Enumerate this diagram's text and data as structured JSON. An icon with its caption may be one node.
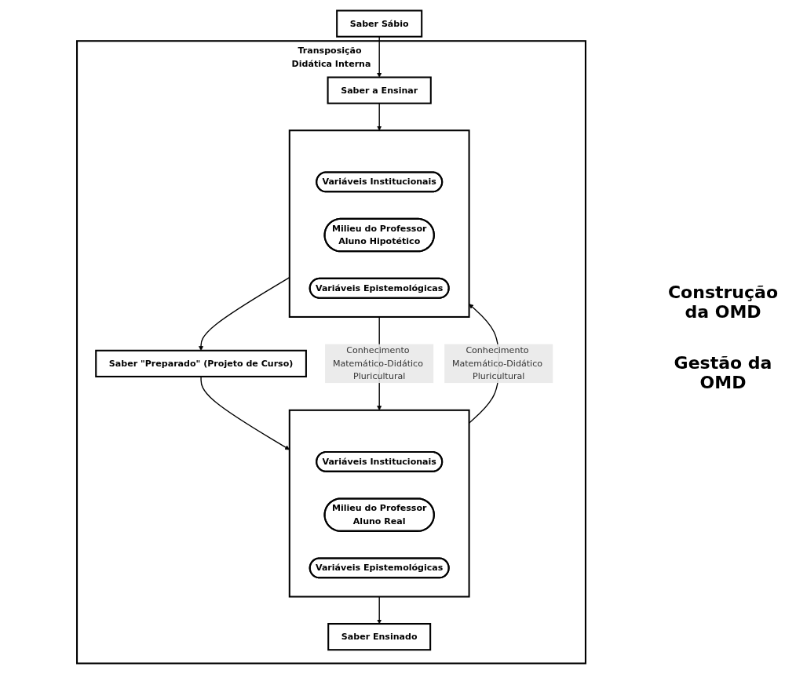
{
  "diagram": {
    "nodes": [
      {
        "text": [
          "Saber Sábio"
        ]
      },
      {
        "text": [
          "Transposição Didática Interna"
        ]
      },
      {
        "text": [
          "Saber a Ensinar"
        ],
        "in": 1
      },
      {
        "text": [],
        "shape": "box",
        "in": 1
      },
      {
        "text": [
          "Variáveis Institucionais"
        ],
        "in": 3
      },
      {
        "text": [
          "Milieu do Professor",
          "Aluno Hipotético"
        ],
        "in": 3
      },
      {
        "text": [
          "Variáveis Epistemológicas"
        ],
        "in": 3
      },
      {
        "text": [
          "Saber \"Preparado\" (Projeto de Curso)"
        ],
        "in": 1
      },
      {
        "text": [],
        "shape": "box",
        "in": 1
      },
      {
        "text": [
          "Variáveis Institucionais"
        ],
        "in": 8
      },
      {
        "text": [
          "Milieu do Professor",
          "Aluno Real"
        ],
        "in": 8
      },
      {
        "text": [
          "Variáveis Epistemológicas"
        ],
        "in": 8
      },
      {
        "text": [
          "Saber Ensinado"
        ],
        "in": 1
      }
    ],
    "edges": [
      {
        "from": 0,
        "to": 2,
        "arrow": "to"
      },
      {
        "from": 2,
        "to": 3,
        "arrow": "to"
      },
      {
        "from": 3,
        "to": 7,
        "arrow": "to"
      },
      {
        "from": 7,
        "to": 8,
        "arrow": "to"
      },
      {
        "from": 8,
        "to": 12,
        "arrow": "to"
      },
      {
        "from": 8,
        "to": 3,
        "arrow": "to",
        "label": "Conhecimento Matemático-Didático Pluricultural"
      },
      {
        "from": 3,
        "to": 8,
        "arrow": "to",
        "label": "Conhecimento Matemático-Didático Pluricultural"
      }
    ],
    "labels": [
      "Construção da OMD",
      "Gestão da OMD"
    ]
  }
}
